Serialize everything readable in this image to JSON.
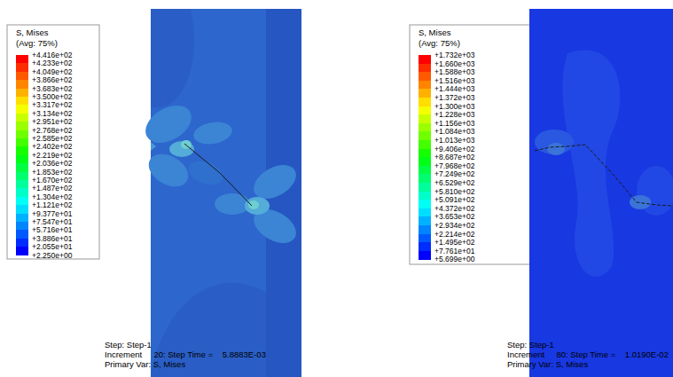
{
  "diagram": {
    "labels": [
      "S, Mises",
      "(Avg: 75%)",
      "+2.250e+00",
      "Step: Step-1",
      "Increment     20: Step Time =    5.8883E-03",
      "Primary Var: S, Mises",
      "S, Mises",
      "(Avg: 75%)",
      "+5.699e+00",
      "Step: Step-1",
      "Increment     80: Step Time =    1.0190E-02",
      "Primary Var: S, Mises"
    ],
    "legend": [
      {
        "text": "+4.416e+02",
        "color": "#ff0000"
      },
      {
        "text": "+4.233e+02",
        "color": "#ff2c00"
      },
      {
        "text": "+4.049e+02",
        "color": "#ff5900"
      },
      {
        "text": "+3.866e+02",
        "color": "#ff8500"
      },
      {
        "text": "+3.683e+02",
        "color": "#ffb100"
      },
      {
        "text": "+3.500e+02",
        "color": "#ffde00"
      },
      {
        "text": "+3.317e+02",
        "color": "#f4ff00"
      },
      {
        "text": "+3.134e+02",
        "color": "#c8ff00"
      },
      {
        "text": "+2.951e+02",
        "color": "#9bff00"
      },
      {
        "text": "+2.768e+02",
        "color": "#6fff00"
      },
      {
        "text": "+2.585e+02",
        "color": "#43ff00"
      },
      {
        "text": "+2.402e+02",
        "color": "#16ff00"
      },
      {
        "text": "+2.219e+02",
        "color": "#00ff16"
      },
      {
        "text": "+2.036e+02",
        "color": "#00ff43"
      },
      {
        "text": "+1.853e+02",
        "color": "#00ff6f"
      },
      {
        "text": "+1.670e+02",
        "color": "#00ff9b"
      },
      {
        "text": "+1.487e+02",
        "color": "#00ffc8"
      },
      {
        "text": "+1.304e+02",
        "color": "#00fff4"
      },
      {
        "text": "+1.121e+02",
        "color": "#00deff"
      },
      {
        "text": "+9.377e+01",
        "color": "#00b1ff"
      },
      {
        "text": "+7.547e+01",
        "color": "#0085ff"
      },
      {
        "text": "+5.716e+01",
        "color": "#0059ff"
      },
      {
        "text": "+3.886e+01",
        "color": "#002cff"
      },
      {
        "text": "+2.055e+01",
        "color": "#0000ff"
      },
      {
        "text": "+1.732e+03",
        "color": "#ff0000"
      },
      {
        "text": "+1.660e+03",
        "color": "#ff2c00"
      },
      {
        "text": "+1.588e+03",
        "color": "#ff5900"
      },
      {
        "text": "+1.516e+03",
        "color": "#ff8500"
      },
      {
        "text": "+1.444e+03",
        "color": "#ffb100"
      },
      {
        "text": "+1.372e+03",
        "color": "#ffde00"
      },
      {
        "text": "+1.300e+03",
        "color": "#f4ff00"
      },
      {
        "text": "+1.228e+03",
        "color": "#c8ff00"
      },
      {
        "text": "+1.156e+03",
        "color": "#9bff00"
      },
      {
        "text": "+1.084e+03",
        "color": "#6fff00"
      },
      {
        "text": "+1.013e+03",
        "color": "#43ff00"
      },
      {
        "text": "+9.406e+02",
        "color": "#16ff00"
      },
      {
        "text": "+8.687e+02",
        "color": "#00ff16"
      },
      {
        "text": "+7.968e+02",
        "color": "#00ff43"
      },
      {
        "text": "+7.249e+02",
        "color": "#00ff6f"
      },
      {
        "text": "+6.529e+02",
        "color": "#00ff9b"
      },
      {
        "text": "+5.810e+02",
        "color": "#00ffc8"
      },
      {
        "text": "+5.091e+02",
        "color": "#00fff4"
      },
      {
        "text": "+4.372e+02",
        "color": "#00deff"
      },
      {
        "text": "+3.653e+02",
        "color": "#00b1ff"
      },
      {
        "text": "+2.934e+02",
        "color": "#0085ff"
      },
      {
        "text": "+2.214e+02",
        "color": "#0059ff"
      },
      {
        "text": "+1.495e+02",
        "color": "#002cff"
      },
      {
        "text": "+7.761e+01",
        "color": "#0000ff"
      }
    ]
  }
}
